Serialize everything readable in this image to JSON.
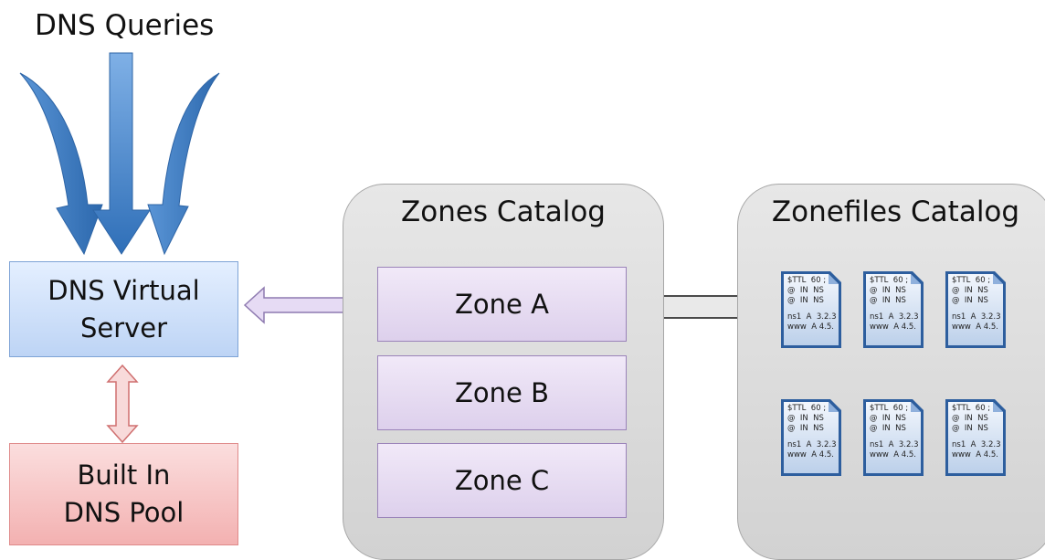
{
  "queries_title": "DNS Queries",
  "dns_virtual_server": {
    "line1": "DNS Virtual",
    "line2": "Server"
  },
  "dns_pool": {
    "line1": "Built In",
    "line2": "DNS Pool"
  },
  "zones_catalog": {
    "title": "Zones Catalog",
    "zones": [
      "Zone A",
      "Zone B",
      "Zone C"
    ]
  },
  "zonefiles_catalog": {
    "title": "Zonefiles Catalog",
    "file_lines": [
      "$TTL  60 ;",
      "@  IN  NS",
      "@  IN  NS",
      "ns1  A  3.2.3",
      "www  A 4.5."
    ],
    "file_count": 6
  },
  "colors": {
    "query_arrow": "#3f7fc4",
    "server_fill": "#c9dcf7",
    "pool_fill": "#f6c3c3",
    "zone_fill": "#e6dbf2",
    "catalog_fill": "#dcdcdc"
  }
}
